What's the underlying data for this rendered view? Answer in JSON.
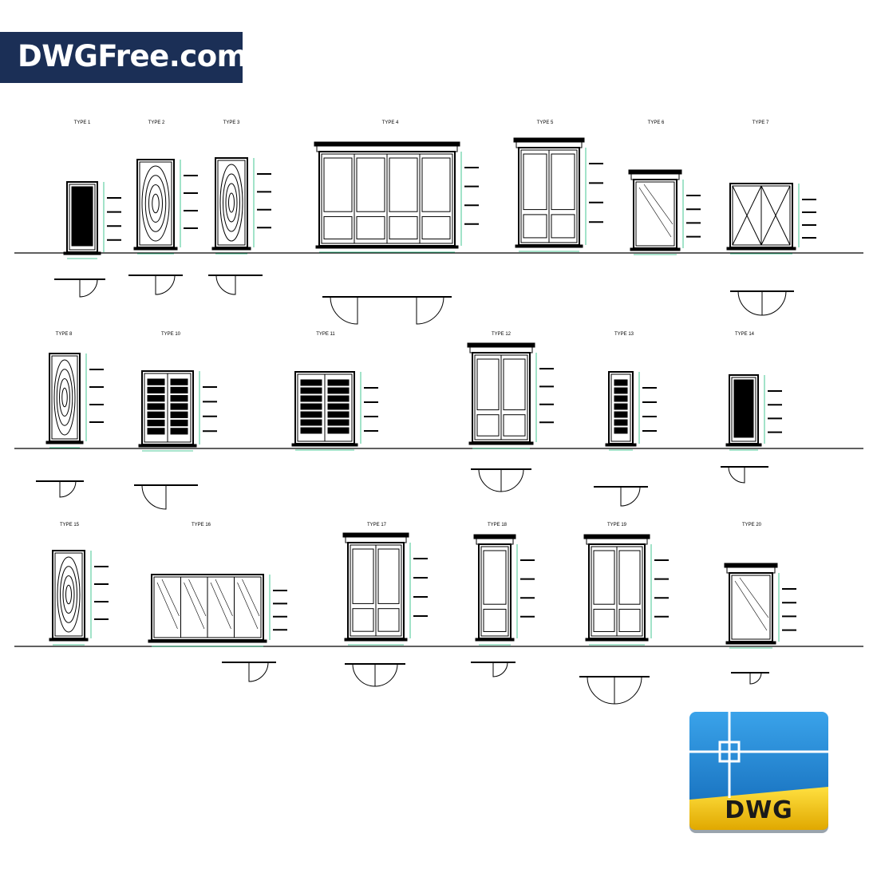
{
  "brand": {
    "site": "DWGFree.com",
    "banner_color": "#1b2f56"
  },
  "types": [
    "TYPE 1",
    "TYPE 2",
    "TYPE 3",
    "TYPE 4",
    "TYPE 5",
    "TYPE 6",
    "TYPE 7",
    "TYPE 8",
    "TYPE 10",
    "TYPE 11",
    "TYPE 12",
    "TYPE 13",
    "TYPE 14",
    "TYPE 15",
    "TYPE 16",
    "TYPE 17",
    "TYPE 18",
    "TYPE 19",
    "TYPE 20"
  ],
  "badge": {
    "label": "DWG",
    "icon": "dwg-file-icon",
    "top_color": "#1f7fd0",
    "bottom_color": "#f5c400"
  }
}
